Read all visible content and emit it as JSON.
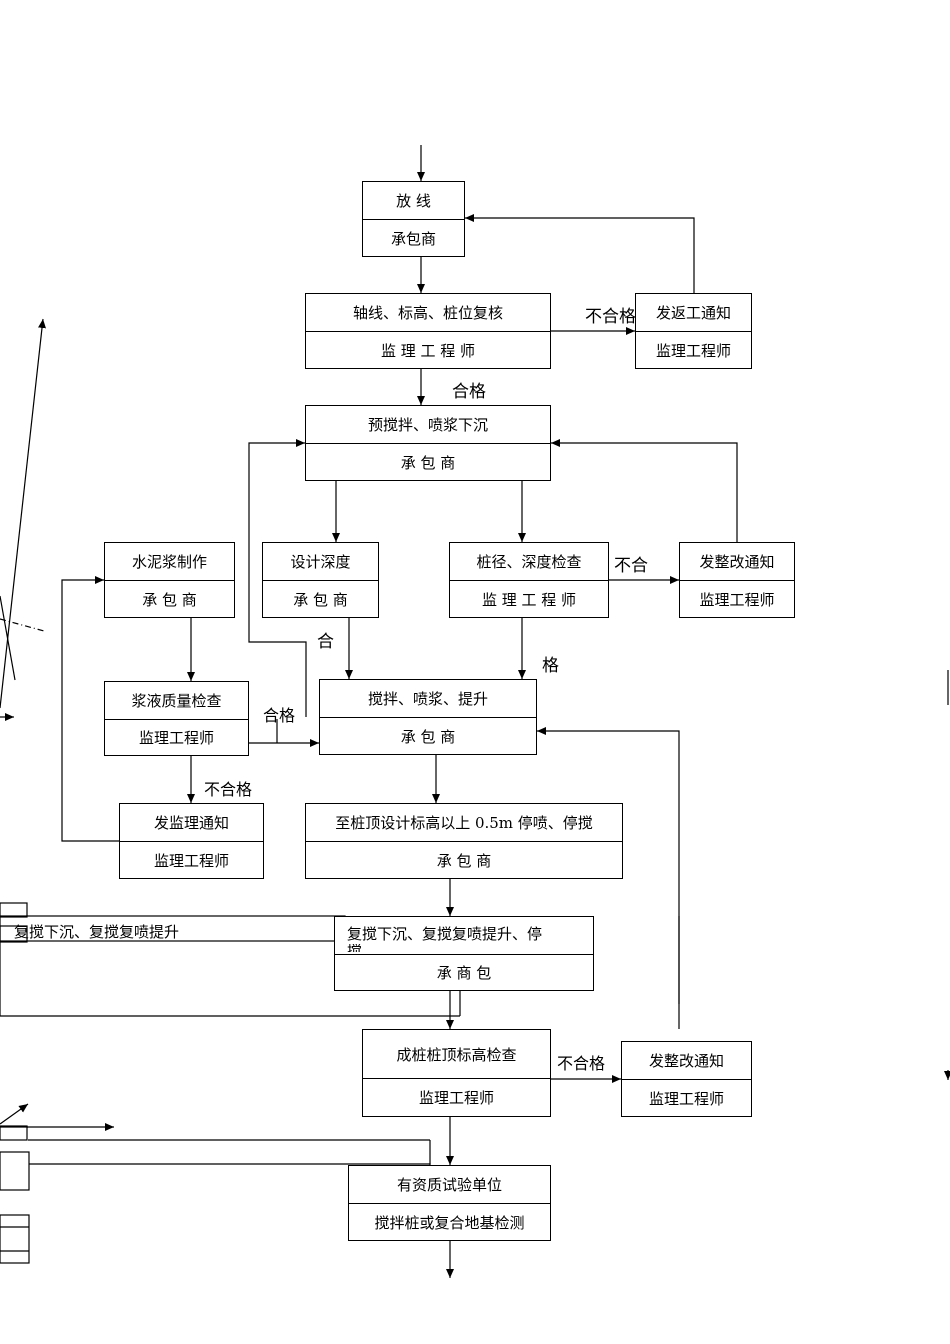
{
  "nodes": {
    "fangxian": {
      "title": "放  线",
      "role": "承包商"
    },
    "fuhe": {
      "title": "轴线、标高、桩位复核",
      "role": "监  理  工  程  师"
    },
    "fanhui": {
      "title": "发返工通知",
      "role": "监理工程师"
    },
    "yujiaoban": {
      "title": "预搅拌、喷浆下沉",
      "role": "承    包    商"
    },
    "shuini": {
      "title": "水泥浆制作",
      "role": "承  包  商"
    },
    "sheji": {
      "title": "设计深度",
      "role": "承 包 商"
    },
    "zhuangjing": {
      "title": "桩径、深度检查",
      "role": "监 理 工 程 师"
    },
    "zhenggai1": {
      "title": "发整改通知",
      "role": "监理工程师"
    },
    "jiangye": {
      "title": "浆液质量检查",
      "role": "监理工程师"
    },
    "jiaoban": {
      "title": "搅拌、喷浆、提升",
      "role": "承    包    商"
    },
    "jianli": {
      "title": "发监理通知",
      "role": "监理工程师"
    },
    "zhizhuang": {
      "title": "至桩顶设计标高以上 0.5m 停喷、停搅",
      "role": "承    包    商"
    },
    "fujiao": {
      "title": "复搅下沉、复搅复喷提升、停",
      "title_overflow": "搅",
      "role": "承       商    包"
    },
    "chengzhuang": {
      "title": "成桩桩顶标高检查",
      "role": "监理工程师"
    },
    "zhenggai2": {
      "title": "发整改通知",
      "role": "监理工程师"
    },
    "youzizhi": {
      "title": "有资质试验单位",
      "role": "搅拌桩或复合地基检测"
    }
  },
  "labels": {
    "buhege_1": "不合格",
    "hege_1": "合格",
    "buhe_2": "不合",
    "ge_2": "格",
    "he_3": "合",
    "hege_4": "合格",
    "buhege_5": "不合格",
    "buhege_6": "不合格",
    "left_fragment": "复搅下沉、复搅复喷提升"
  }
}
